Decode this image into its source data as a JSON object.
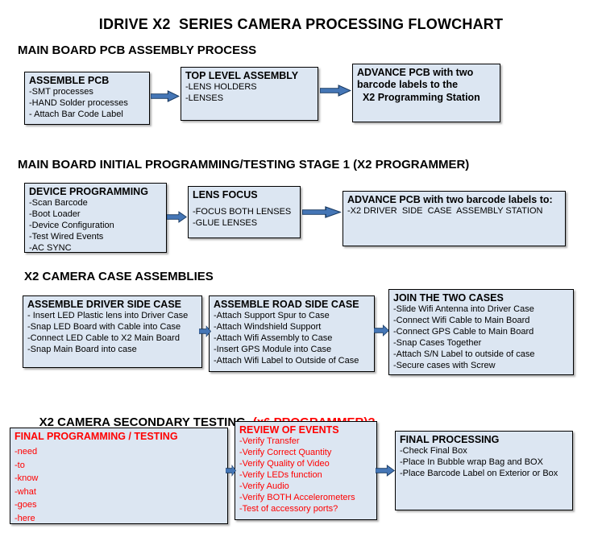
{
  "title": "IDRIVE X2  SERIES CAMERA PROCESSING FLOWCHART",
  "colors": {
    "box_fill": "#dce6f2",
    "box_border": "#000000",
    "arrow_fill": "#4576b6",
    "arrow_stroke": "#17375e",
    "red_text": "#ff0000",
    "black_text": "#000000"
  },
  "sections": [
    {
      "heading": "MAIN BOARD PCB ASSEMBLY PROCESS",
      "boxes": [
        {
          "title": "ASSEMBLE PCB",
          "text_color": "#000000",
          "lines": [
            "-SMT processes",
            "-HAND Solder processes",
            "- Attach Bar Code Label"
          ]
        },
        {
          "title": "TOP LEVEL ASSEMBLY",
          "text_color": "#000000",
          "lines": [
            "-LENS HOLDERS",
            "-LENSES"
          ]
        },
        {
          "title": "ADVANCE PCB with two\nbarcode labels to the\n  X2 Programming Station",
          "text_color": "#000000",
          "lines": []
        }
      ]
    },
    {
      "heading": "MAIN BOARD INITIAL PROGRAMMING/TESTING STAGE 1 (X2 PROGRAMMER)",
      "boxes": [
        {
          "title": "DEVICE PROGRAMMING",
          "text_color": "#000000",
          "lines": [
            "-Scan Barcode",
            "-Boot Loader",
            "-Device Configuration",
            "-Test Wired Events",
            "-AC SYNC"
          ]
        },
        {
          "title": "LENS FOCUS",
          "text_color": "#000000",
          "lines": [
            "-FOCUS BOTH LENSES",
            "-GLUE LENSES"
          ]
        },
        {
          "title": "ADVANCE PCB with two barcode labels to:",
          "text_color": "#000000",
          "lines": [
            "-X2 DRIVER  SIDE  CASE  ASSEMBLY STATION"
          ]
        }
      ]
    },
    {
      "heading": "X2 CAMERA CASE ASSEMBLIES",
      "boxes": [
        {
          "title": "ASSEMBLE DRIVER SIDE CASE",
          "text_color": "#000000",
          "lines": [
            "- Insert LED Plastic lens into Driver Case",
            "-Snap LED Board with Cable into Case",
            "-Connect LED Cable to X2 Main Board",
            "-Snap Main Board into case"
          ]
        },
        {
          "title": "ASSEMBLE ROAD SIDE CASE",
          "text_color": "#000000",
          "lines": [
            "-Attach Support Spur to Case",
            "-Attach Windshield Support",
            "-Attach Wifi Assembly to Case",
            "-Insert GPS Module into Case",
            "-Attach Wifi Label to Outside of Case"
          ]
        },
        {
          "title": "JOIN THE TWO CASES",
          "text_color": "#000000",
          "lines": [
            "-Slide Wifi Antenna into Driver Case",
            "-Connect Wifi Cable to Main Board",
            "-Connect GPS Cable to Main Board",
            "-Snap Cases Together",
            "-Attach S/N Label to outside of case",
            "-Secure cases with Screw"
          ]
        }
      ]
    },
    {
      "heading": "X2 CAMERA SECONDARY TESTING",
      "heading_accent": "(x6 PROGRAMMER)?",
      "boxes": [
        {
          "title": "FINAL PROGRAMMING / TESTING",
          "text_color": "#ff0000",
          "lines": [
            "-need",
            "-to",
            "-know",
            "-what",
            "-goes",
            "-here"
          ]
        },
        {
          "title": "REVIEW OF EVENTS",
          "text_color": "#ff0000",
          "lines": [
            "-Verify Transfer",
            "-Verify Correct Quantity",
            "-Verify Quality of Video",
            "-Verify LEDs function",
            "-Verify Audio",
            "-Verify BOTH Accelerometers",
            "-Test of accessory ports?"
          ]
        },
        {
          "title": "FINAL PROCESSING",
          "text_color": "#000000",
          "lines": [
            "-Check Final Box",
            "-Place In Bubble wrap Bag and BOX",
            "-Place Barcode Label on Exterior or Box"
          ]
        }
      ]
    }
  ]
}
